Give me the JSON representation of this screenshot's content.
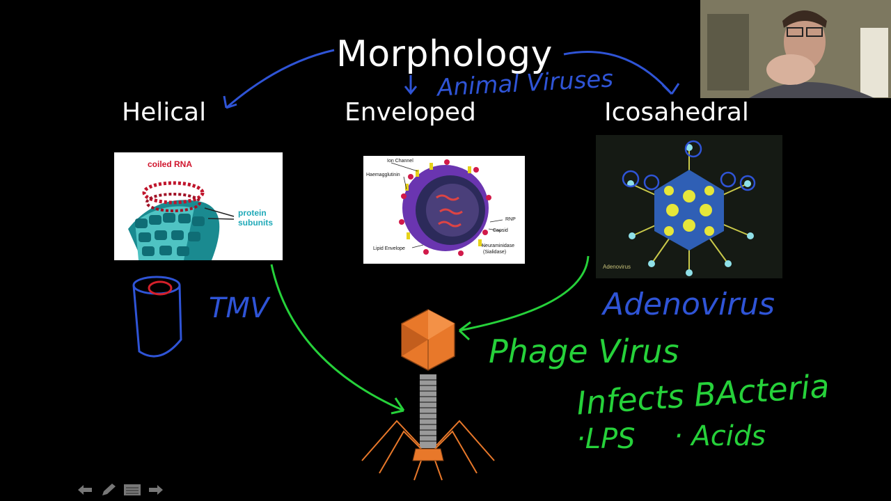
{
  "slide": {
    "title": "Morphology",
    "headings": {
      "helical": "Helical",
      "enveloped": "Enveloped",
      "icosahedral": "Icosahedral"
    }
  },
  "images": {
    "helical": {
      "label_coiled": "coiled RNA",
      "label_protein_1": "protein",
      "label_protein_2": "subunits"
    },
    "enveloped": {
      "labels": [
        "Ion Channel",
        "Haemagglutinin",
        "RNP",
        "Capsid",
        "Lipid Envelope",
        "Neuraminidase",
        "(Sialidase)"
      ]
    },
    "icosahedral": {
      "caption": "Adenovirus"
    }
  },
  "handwriting": {
    "animal_viruses": "Animal Viruses",
    "tmv": "TMV",
    "adenovirus": "Adenovirus",
    "phage_virus": "Phage Virus",
    "infects_bacteria": "Infects BActeria",
    "lps": "·LPS",
    "acids": "· Acids"
  },
  "colors": {
    "ink_blue": "#2f54d6",
    "ink_green": "#26d13a",
    "ink_red": "#d4202a",
    "phage_orange": "#e8782a"
  },
  "toolbar": {
    "buttons": [
      "back-arrow-icon",
      "pen-icon",
      "slides-icon",
      "forward-arrow-icon"
    ]
  }
}
